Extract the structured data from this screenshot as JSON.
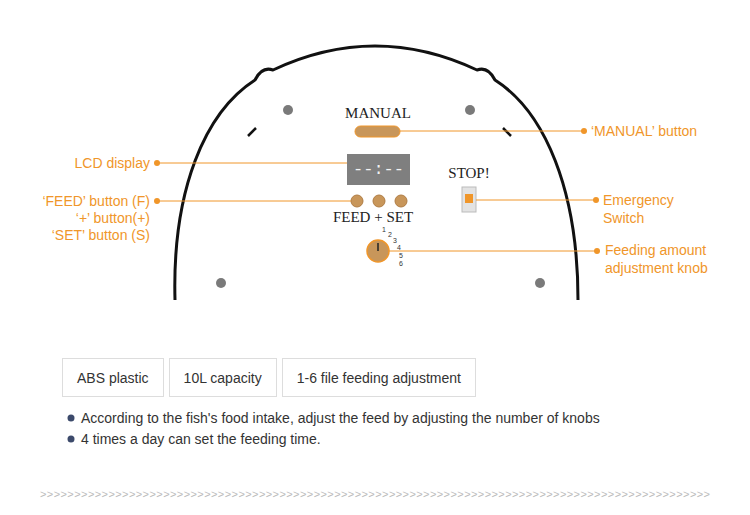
{
  "diagram": {
    "nodes": [
      {
        "text": [
          "--:--"
        ]
      },
      {
        "text": [
          "ABS plastic"
        ]
      },
      {
        "text": [
          "10L capacity"
        ]
      },
      {
        "text": [
          "1-6 file feeding adjustment"
        ]
      }
    ],
    "labels": [
      "MANUAL",
      "‘MANUAL’ button",
      "LCD display",
      "‘FEED’ button (F)",
      "‘+’ button(+)",
      "‘SET’ button (S)",
      "FEED + SET",
      "STOP!",
      "Emergency Switch",
      "Feeding amount adjustment knob",
      "1",
      "2",
      "3",
      "4",
      "5",
      "6",
      "According to the fish's food intake, adjust the feed by adjusting the number of knobs",
      "4 times a day can set the feeding time.",
      ">>>>>>>>>>>>>>>>>>>>>>>>>>>>>>>>>>>>>>>>>>>>>>>>>>>>>>>>>>>>>>>>>>>>>>>>>>>>>>>>>>>>>>>>>>>>>>>>>>"
    ]
  }
}
